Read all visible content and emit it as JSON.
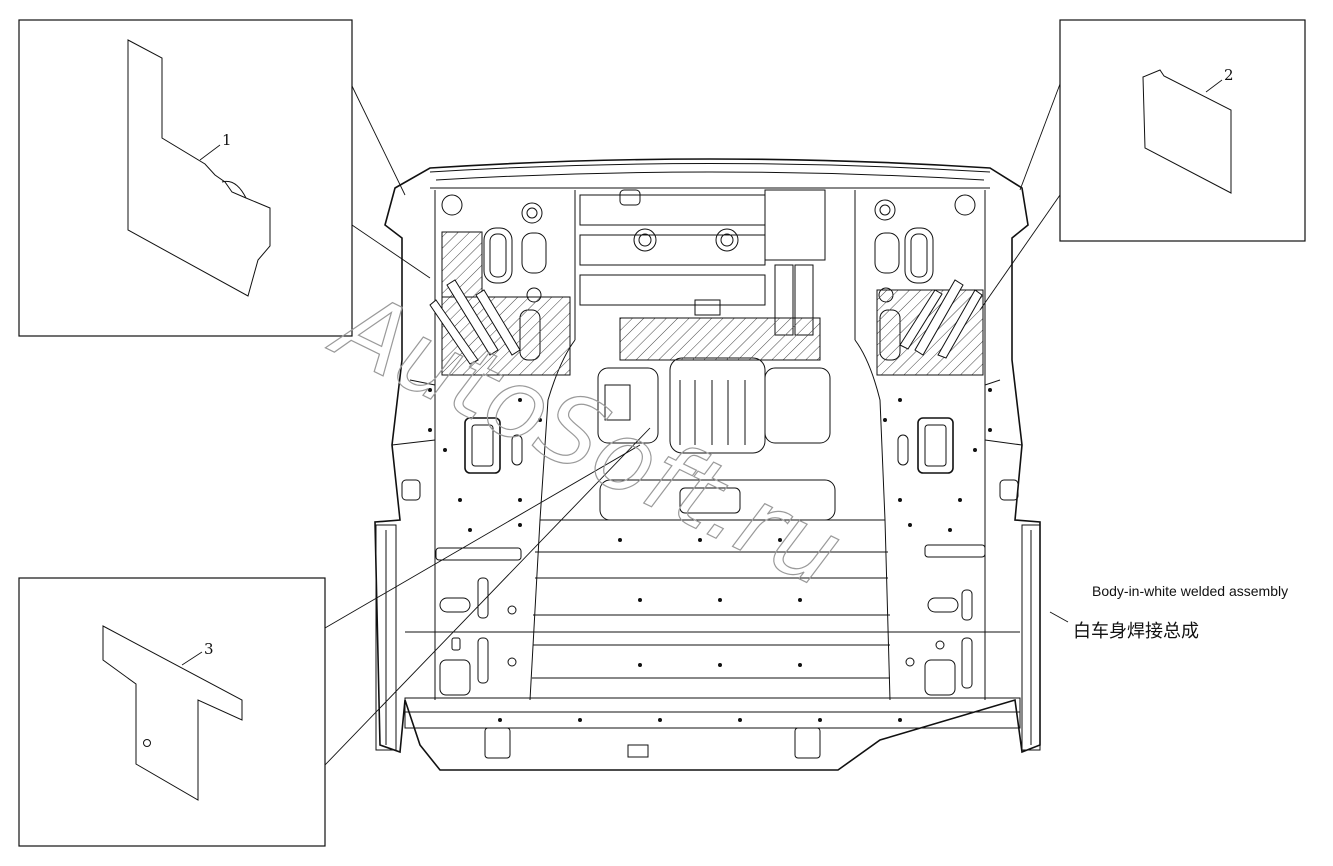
{
  "callouts": [
    {
      "number": "1"
    },
    {
      "number": "2"
    },
    {
      "number": "3"
    }
  ],
  "assembly_label_en": "Body-in-white welded assembly",
  "assembly_label_zh": "白车身焊接总成",
  "watermark_text": "AutoSoft.ru",
  "colors": {
    "line": "#111111",
    "hatch": "#444444",
    "watermark": "#9a9a9a"
  }
}
